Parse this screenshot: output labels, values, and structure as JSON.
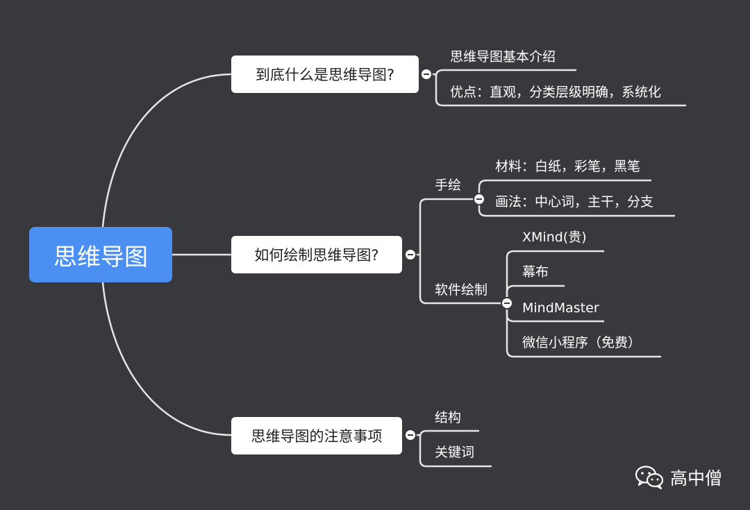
{
  "central": {
    "label": "思维导图"
  },
  "branches": [
    {
      "label": "到底什么是思维导图?",
      "children": [
        {
          "label": "思维导图基本介绍"
        },
        {
          "label": "优点：直观，分类层级明确，系统化"
        }
      ]
    },
    {
      "label": "如何绘制思维导图?",
      "children": [
        {
          "label": "手绘",
          "children": [
            {
              "label": "材料：白纸，彩笔，黑笔"
            },
            {
              "label": "画法：中心词，主干，分支"
            }
          ]
        },
        {
          "label": "软件绘制",
          "children": [
            {
              "label": "XMind(贵)"
            },
            {
              "label": "幕布"
            },
            {
              "label": "MindMaster"
            },
            {
              "label": "微信小程序（免费）"
            }
          ]
        }
      ]
    },
    {
      "label": "思维导图的注意事项",
      "children": [
        {
          "label": "结构"
        },
        {
          "label": "关键词"
        }
      ]
    }
  ],
  "watermark": {
    "text": "高中僧",
    "icon": "wechat-icon"
  },
  "colors": {
    "background": "#38393d",
    "central": "#4b8ff3",
    "node": "#ffffff",
    "connector": "#e6e6e6"
  }
}
